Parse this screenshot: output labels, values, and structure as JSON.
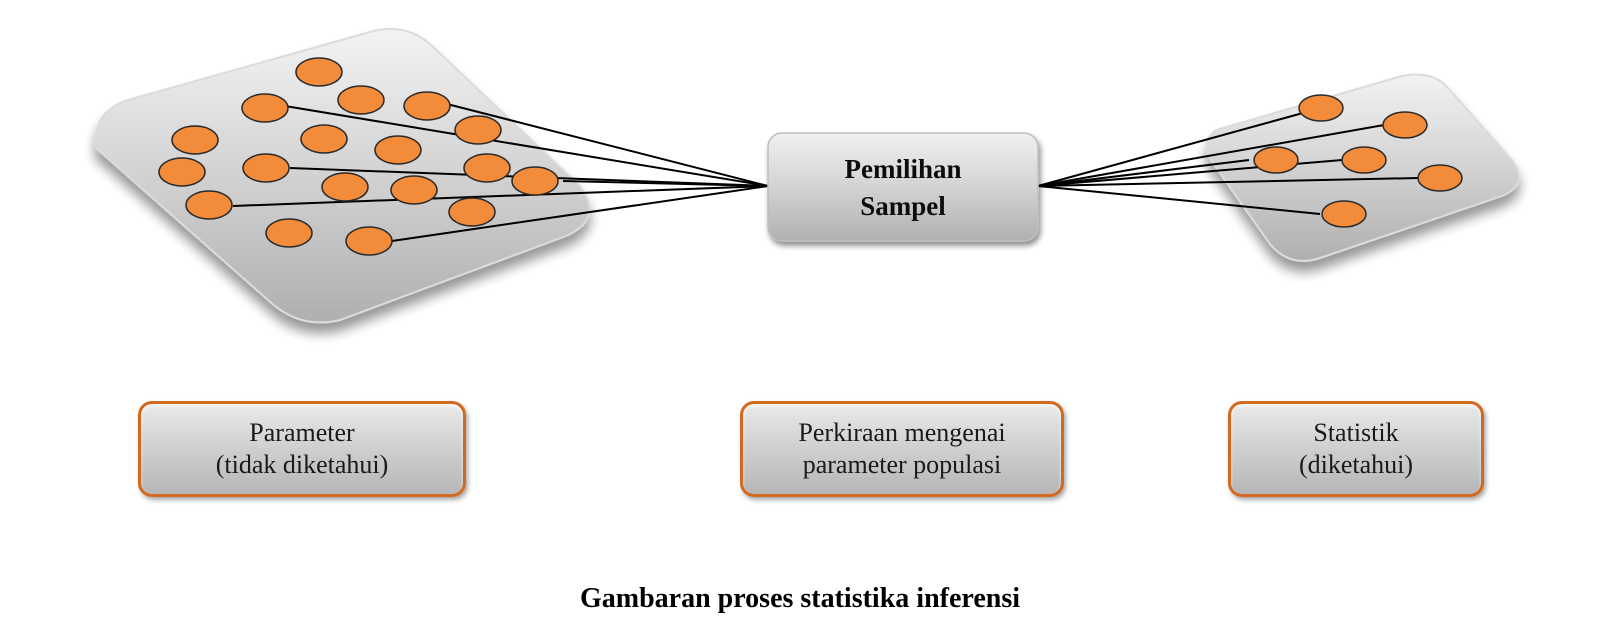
{
  "center_box": {
    "line1": "Pemilihan",
    "line2": "Sampel"
  },
  "labels": {
    "parameter": {
      "line1": "Parameter",
      "line2": "(tidak diketahui)"
    },
    "estimate": {
      "line1": "Perkiraan mengenai",
      "line2": "parameter populasi"
    },
    "statistic": {
      "line1": "Statistik",
      "line2": "(diketahui)"
    }
  },
  "caption": "Gambaran proses statistika inferensi",
  "colors": {
    "dot_fill": "#f28b3a",
    "label_border": "#d2691e",
    "line": "#000000"
  }
}
